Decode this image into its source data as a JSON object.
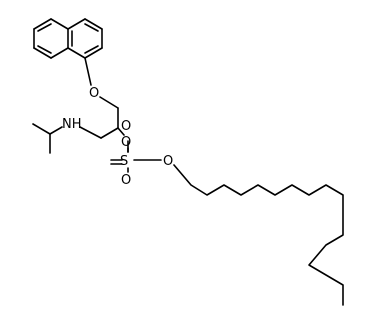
{
  "molecule": {
    "labels": {
      "o_ether": "O",
      "nh": "NH",
      "o_ester": "O",
      "s": "S",
      "o_top": "O",
      "o_bottom": "O",
      "o_chain": "O"
    }
  }
}
